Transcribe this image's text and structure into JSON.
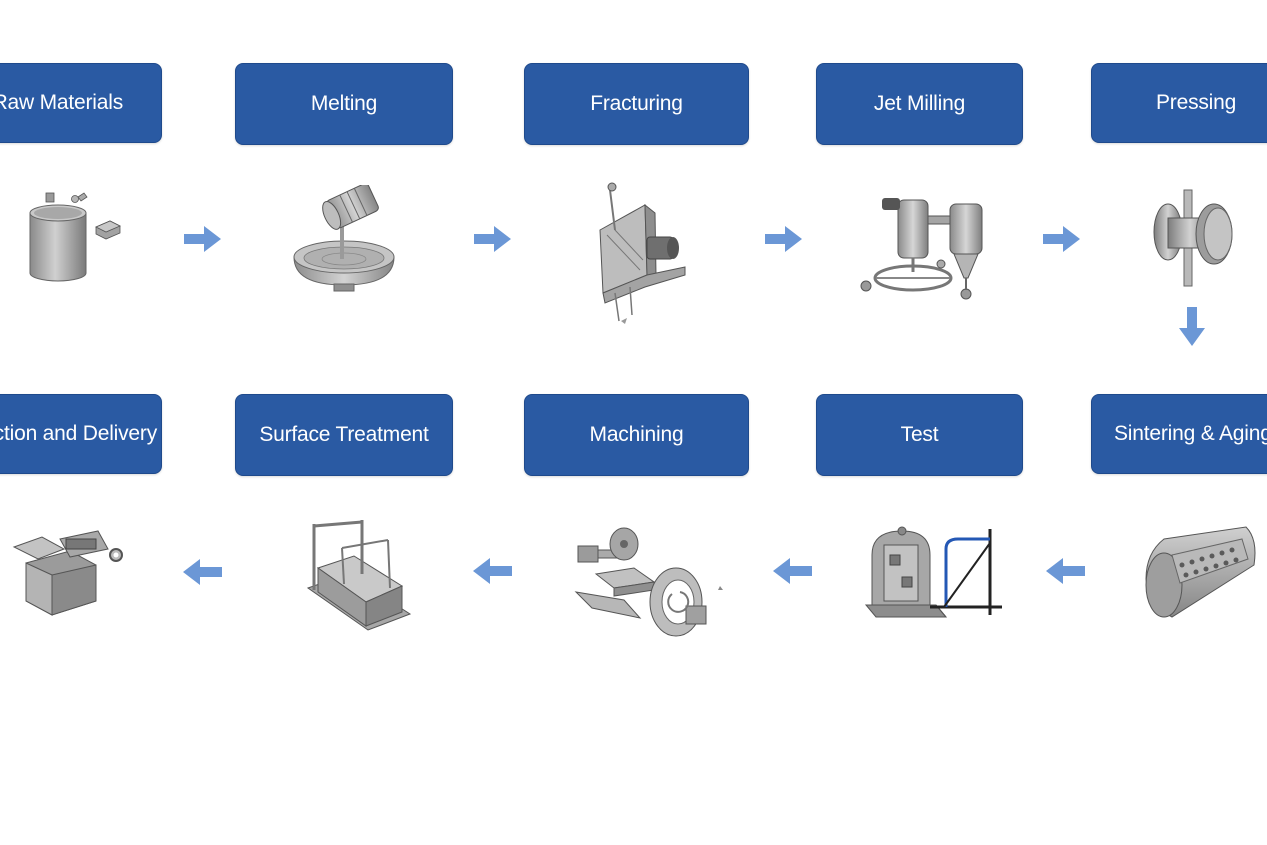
{
  "diagram": {
    "steps": [
      {
        "label": "Raw Materials",
        "icon": "raw-materials-icon"
      },
      {
        "label": "Melting",
        "icon": "melting-furnace-icon"
      },
      {
        "label": "Fracturing",
        "icon": "fracturing-machine-icon"
      },
      {
        "label": "Jet Milling",
        "icon": "jet-mill-icon"
      },
      {
        "label": "Pressing",
        "icon": "press-icon"
      },
      {
        "label": "Sintering & Aging",
        "icon": "sintering-furnace-icon"
      },
      {
        "label": "Test",
        "icon": "tester-icon"
      },
      {
        "label": "Machining",
        "icon": "machining-icon"
      },
      {
        "label": "Surface Treatment",
        "icon": "surface-treatment-tank-icon"
      },
      {
        "label": "Inspection and Delivery",
        "icon": "packaging-box-icon"
      }
    ],
    "arrow_color": "#6b97d6",
    "box_color": "#2a5aa3"
  }
}
